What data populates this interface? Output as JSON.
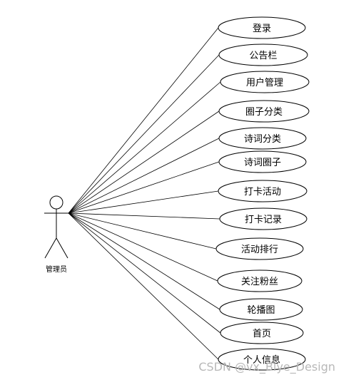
{
  "actor": {
    "label": "管理员"
  },
  "use_cases": [
    {
      "id": "login",
      "label": "登录"
    },
    {
      "id": "notice-board",
      "label": "公告栏"
    },
    {
      "id": "user-management",
      "label": "用户管理"
    },
    {
      "id": "circle-category",
      "label": "圈子分类"
    },
    {
      "id": "poem-category",
      "label": "诗词分类"
    },
    {
      "id": "poem-circle",
      "label": "诗词圈子"
    },
    {
      "id": "checkin-activity",
      "label": "打卡活动"
    },
    {
      "id": "checkin-record",
      "label": "打卡记录"
    },
    {
      "id": "activity-ranking",
      "label": "活动排行"
    },
    {
      "id": "follow-fans",
      "label": "关注粉丝"
    },
    {
      "id": "carousel",
      "label": "轮播图"
    },
    {
      "id": "home",
      "label": "首页"
    },
    {
      "id": "personal-info",
      "label": "个人信息"
    }
  ],
  "watermark": "CSDN @vx_Blye_Design"
}
